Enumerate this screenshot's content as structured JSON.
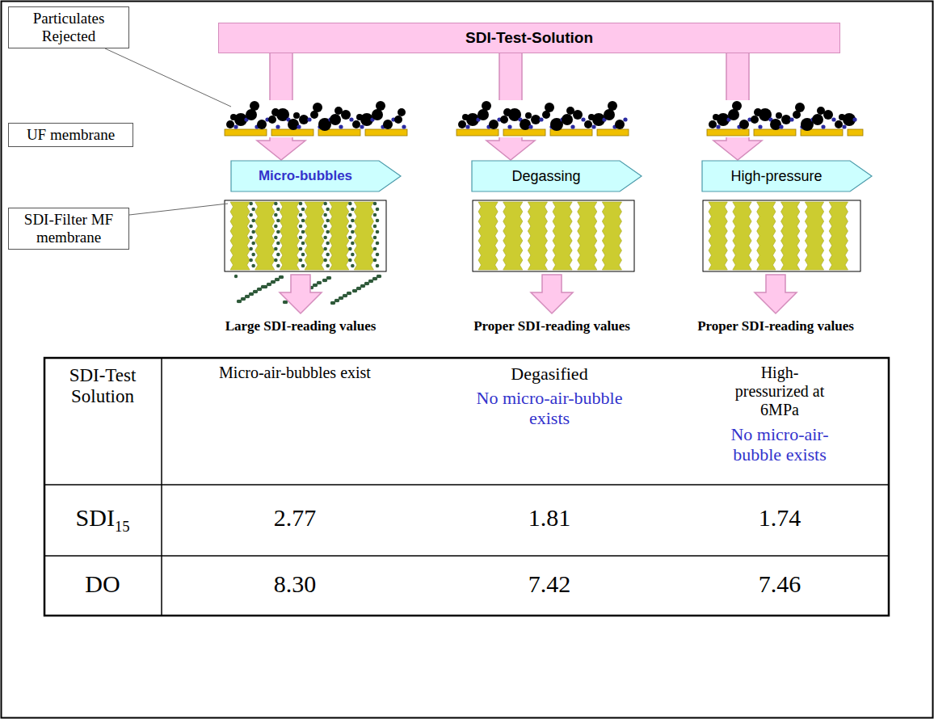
{
  "diagram": {
    "nodes": [
      {
        "text": [
          "Particulates Rejected"
        ]
      },
      {
        "text": [
          "SDI-Test-Solution"
        ]
      },
      {
        "text": [
          "UF membrane"
        ]
      },
      {
        "text": [
          "Micro-bubbles"
        ]
      },
      {
        "text": [
          "Degassing"
        ]
      },
      {
        "text": [
          "High-pressure"
        ]
      },
      {
        "text": [
          "SDI-Filter MF membrane"
        ]
      }
    ],
    "edges": [
      {
        "from": 1,
        "to": 3,
        "arrow": "to"
      },
      {
        "from": 1,
        "to": 4,
        "arrow": "to"
      },
      {
        "from": 1,
        "to": 5,
        "arrow": "to"
      }
    ],
    "labels": [
      "Large SDI-reading values",
      "Proper SDI-reading values",
      "Proper SDI-reading values",
      "SDI-Test Solution",
      "Micro-air-bubbles exist",
      "Degasified",
      "No micro-air-bubble exists",
      "High-pressurized at 6MPa",
      "No micro-air-bubble exists",
      "SDI",
      "15",
      "2.77",
      "1.81",
      "1.74",
      "DO",
      "8.30",
      "7.42",
      "7.46"
    ]
  }
}
